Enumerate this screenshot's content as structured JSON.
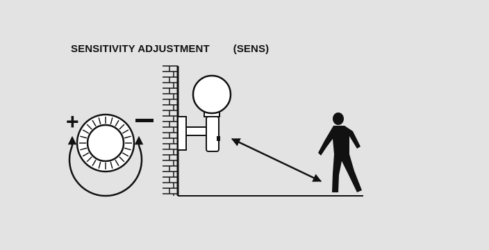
{
  "title": {
    "main": "SENSITIVITY ADJUSTMENT",
    "code": "(SENS)"
  },
  "knob": {
    "plus_symbol": "+",
    "minus_symbol": "−",
    "tick_count": 24
  },
  "icons": {
    "knob": "sensitivity-knob-icon",
    "wall": "brick-wall-icon",
    "lamp": "wall-lamp-icon",
    "person": "walking-person-icon",
    "arrow": "detection-range-arrow-icon"
  },
  "colors": {
    "background": "#e3e3e3",
    "ink": "#111111",
    "knob_face": "#ffffff"
  }
}
